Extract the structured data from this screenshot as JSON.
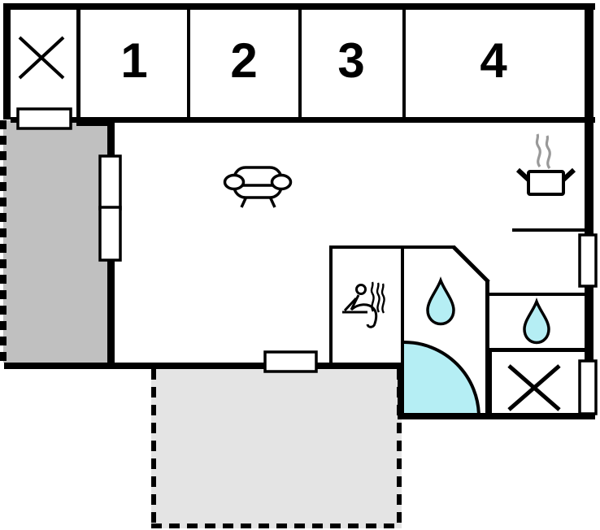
{
  "plan": {
    "type": "vacation-house-floor-plan",
    "bedrooms": [
      {
        "label": "1"
      },
      {
        "label": "2"
      },
      {
        "label": "3"
      },
      {
        "label": "4"
      }
    ],
    "icons": {
      "crossed_room_count": 2,
      "water_drop_count": 2,
      "window_count": 6,
      "features": [
        "sofa",
        "sauna",
        "stove-pot-with-steam",
        "shower-basin",
        "water-drop",
        "crossed-room"
      ]
    },
    "colors": {
      "wall": "#000000",
      "side_terrace": "#c0c0c0",
      "front_terrace": "#e4e4e4",
      "water": "#b5eef4",
      "steam": "#999999",
      "background": "#ffffff"
    }
  }
}
